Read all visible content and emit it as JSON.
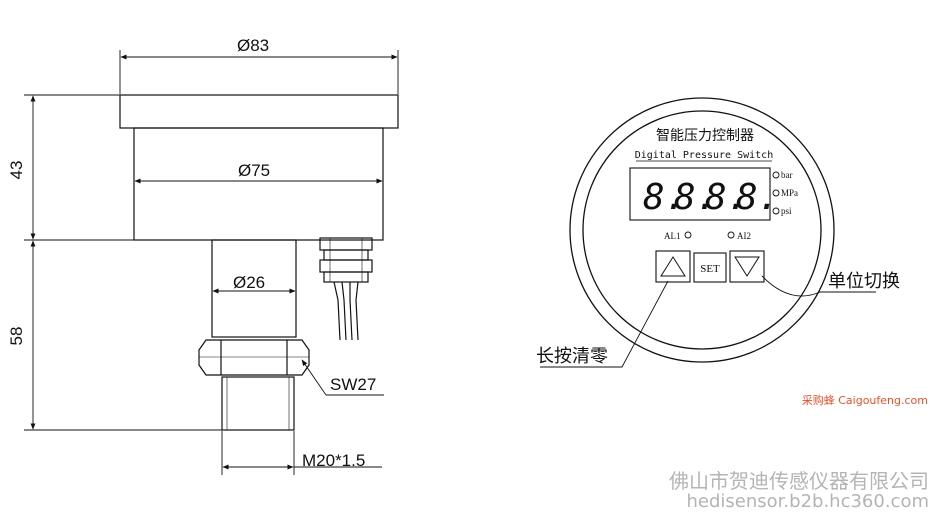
{
  "drawing": {
    "dim_top_diameter": "Ø83",
    "dim_body_diameter": "Ø75",
    "dim_neck_diameter": "Ø26",
    "dim_height_upper": "43",
    "dim_height_lower": "58",
    "dim_hex": "SW27",
    "dim_thread": "M20*1.5"
  },
  "panel": {
    "title_cn": "智能压力控制器",
    "title_en": "Digital Pressure Switch",
    "digits": [
      "8.",
      "8.",
      "8.",
      "8."
    ],
    "units": [
      "bar",
      "MPa",
      "psi"
    ],
    "alarm_left": "AL1",
    "alarm_right": "AI2",
    "button_set": "SET",
    "callout_unit_switch": "单位切换",
    "callout_long_press": "长按清零"
  },
  "watermark": {
    "company": "佛山市贺迪传感仪器有限公司",
    "site": "hedisensor.b2b.hc360.com",
    "brand": "采购蜂 Caigoufeng.com"
  },
  "colors": {
    "line": "#111111",
    "watermark": "#b4b4b4",
    "brand": "#e8502a"
  }
}
